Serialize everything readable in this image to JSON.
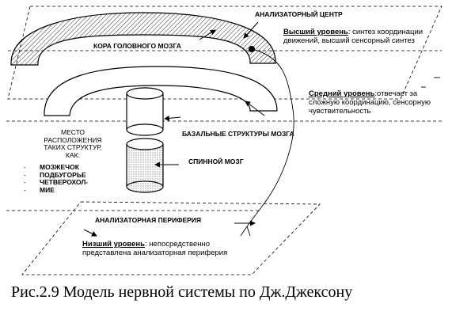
{
  "labels": {
    "analyzer_center": "АНАЛИЗАТОРНЫЙ ЦЕНТР",
    "cortex": "КОРА ГОЛОВНОГО МОЗГА",
    "basal": "БАЗАЛЬНЫЕ СТРУКТУРЫ МОЗГА",
    "spinal": "СПИННОЙ МОЗГ",
    "periphery": "АНАЛИЗАТОРНАЯ ПЕРИФЕРИЯ"
  },
  "location": {
    "title_lines": [
      "МЕСТО",
      "РАСПОЛОЖЕНИЯ",
      "ТАКИХ СТРУКТУР,",
      "КАК:"
    ],
    "items": [
      "МОЗЖЕЧОК",
      "ПОДБУГОРЬЕ",
      "ЧЕТВЕРОХОЛ-",
      "МИЕ"
    ]
  },
  "levels": {
    "top": {
      "title": "Высший уровень",
      "text_line1": ": синтез координации",
      "text_line2": "движений, высший сенсорный синтез"
    },
    "middle": {
      "title": "Средний уровень",
      "text_line1": ":отвечает за",
      "text_line2": "сложную координацию, сенсорную",
      "text_line3": "чувствительность"
    },
    "bottom": {
      "title": "Низший уровень",
      "text_line1": ": непосредственно",
      "text_line2": "представлена анализаторная периферия"
    }
  },
  "caption": "Рис.2.9 Модель нервной системы по Дж.Джексону"
}
